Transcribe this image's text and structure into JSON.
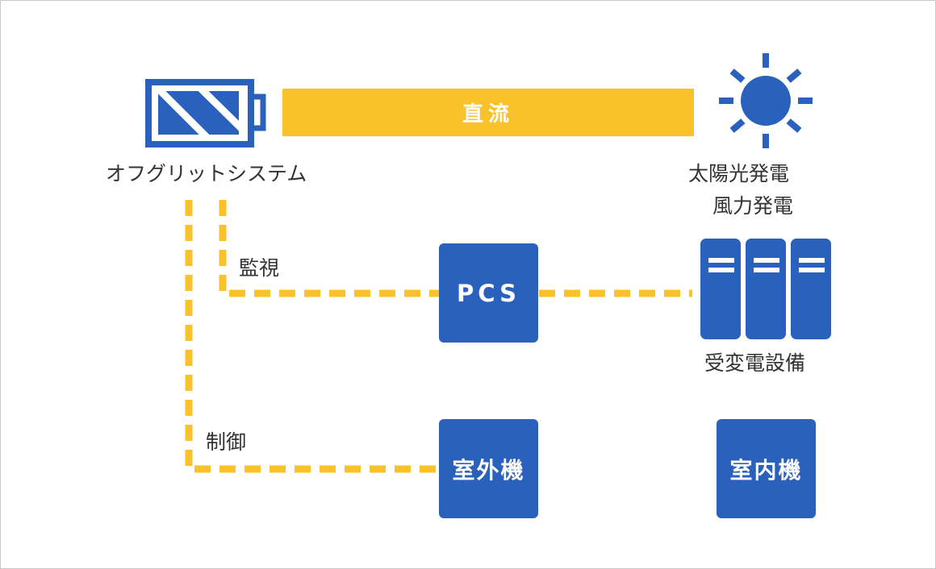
{
  "diagram": {
    "colors": {
      "primary_blue": "#2961bc",
      "accent_yellow": "#f9c22a",
      "text": "#333333",
      "border": "#c8c8c8"
    },
    "nodes": {
      "battery": {
        "icon": "battery-icon",
        "label": "オフグリットシステム"
      },
      "solar": {
        "icon": "sun-icon",
        "label_line1": "太陽光発電",
        "label_line2": "風力発電"
      },
      "pcs": {
        "label": "PCS"
      },
      "substation": {
        "icon": "cabinet-icon",
        "label": "受変電設備"
      },
      "outdoor_unit": {
        "label": "室外機"
      },
      "indoor_unit": {
        "label": "室内機"
      }
    },
    "connections": {
      "dc": {
        "label": "直流",
        "from": "battery",
        "to": "solar",
        "style": "solid"
      },
      "monitor": {
        "label": "監視",
        "from": "battery",
        "to": "pcs",
        "style": "dashed"
      },
      "pcs_substation": {
        "label": "",
        "from": "pcs",
        "to": "substation",
        "style": "dashed"
      },
      "control": {
        "label": "制御",
        "from": "battery",
        "to": "outdoor_unit",
        "style": "dashed"
      }
    }
  }
}
